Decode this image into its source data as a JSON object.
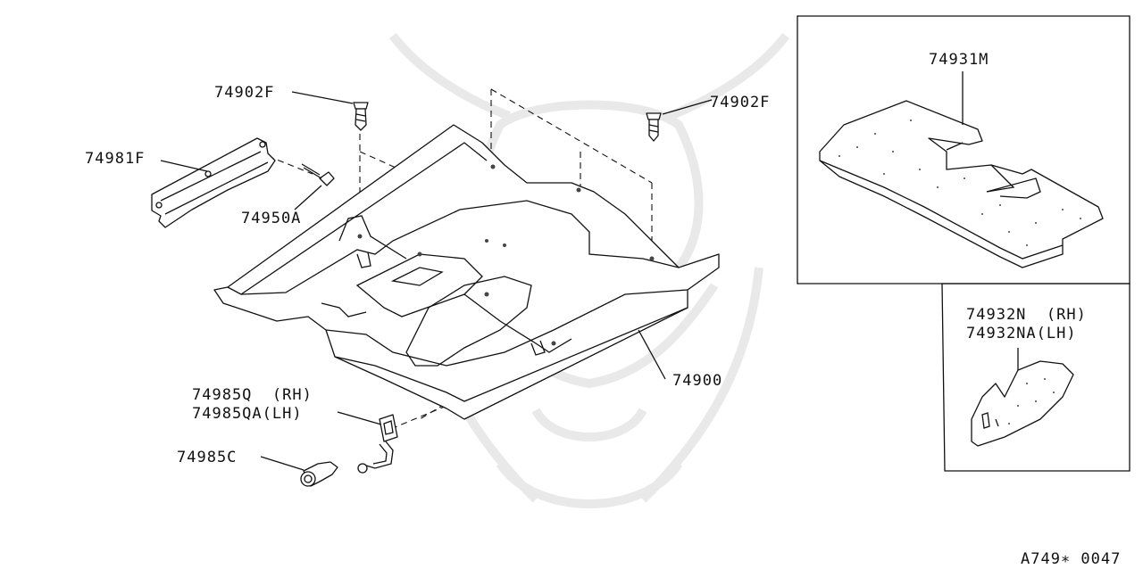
{
  "diagram_code": "A749∗ 0047",
  "parts": {
    "bolt_left": "74902F",
    "bolt_right": "74902F",
    "bracket": "74981F",
    "screw": "74950A",
    "floor_panel": "74900",
    "mat": "74931M",
    "insulator_rh": "74932N  (RH)",
    "insulator_lh": "74932NA(LH)",
    "harness_rh": "74985Q  (RH)",
    "harness_lh": "74985QA(LH)",
    "clip": "74985C"
  },
  "watermark_icon": "samurai-helmet-icon"
}
